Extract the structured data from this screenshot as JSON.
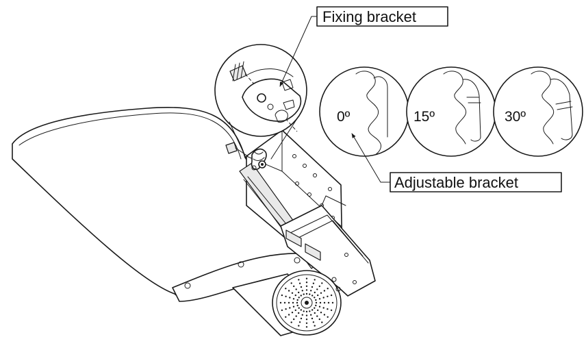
{
  "labels": {
    "fixing_bracket": "Fixing bracket",
    "adjustable_bracket": "Adjustable bracket"
  },
  "angles": [
    "0º",
    "15º",
    "30º"
  ],
  "colors": {
    "line": "#1a1a1a",
    "background": "#ffffff",
    "shade": "#e9e9e9"
  }
}
